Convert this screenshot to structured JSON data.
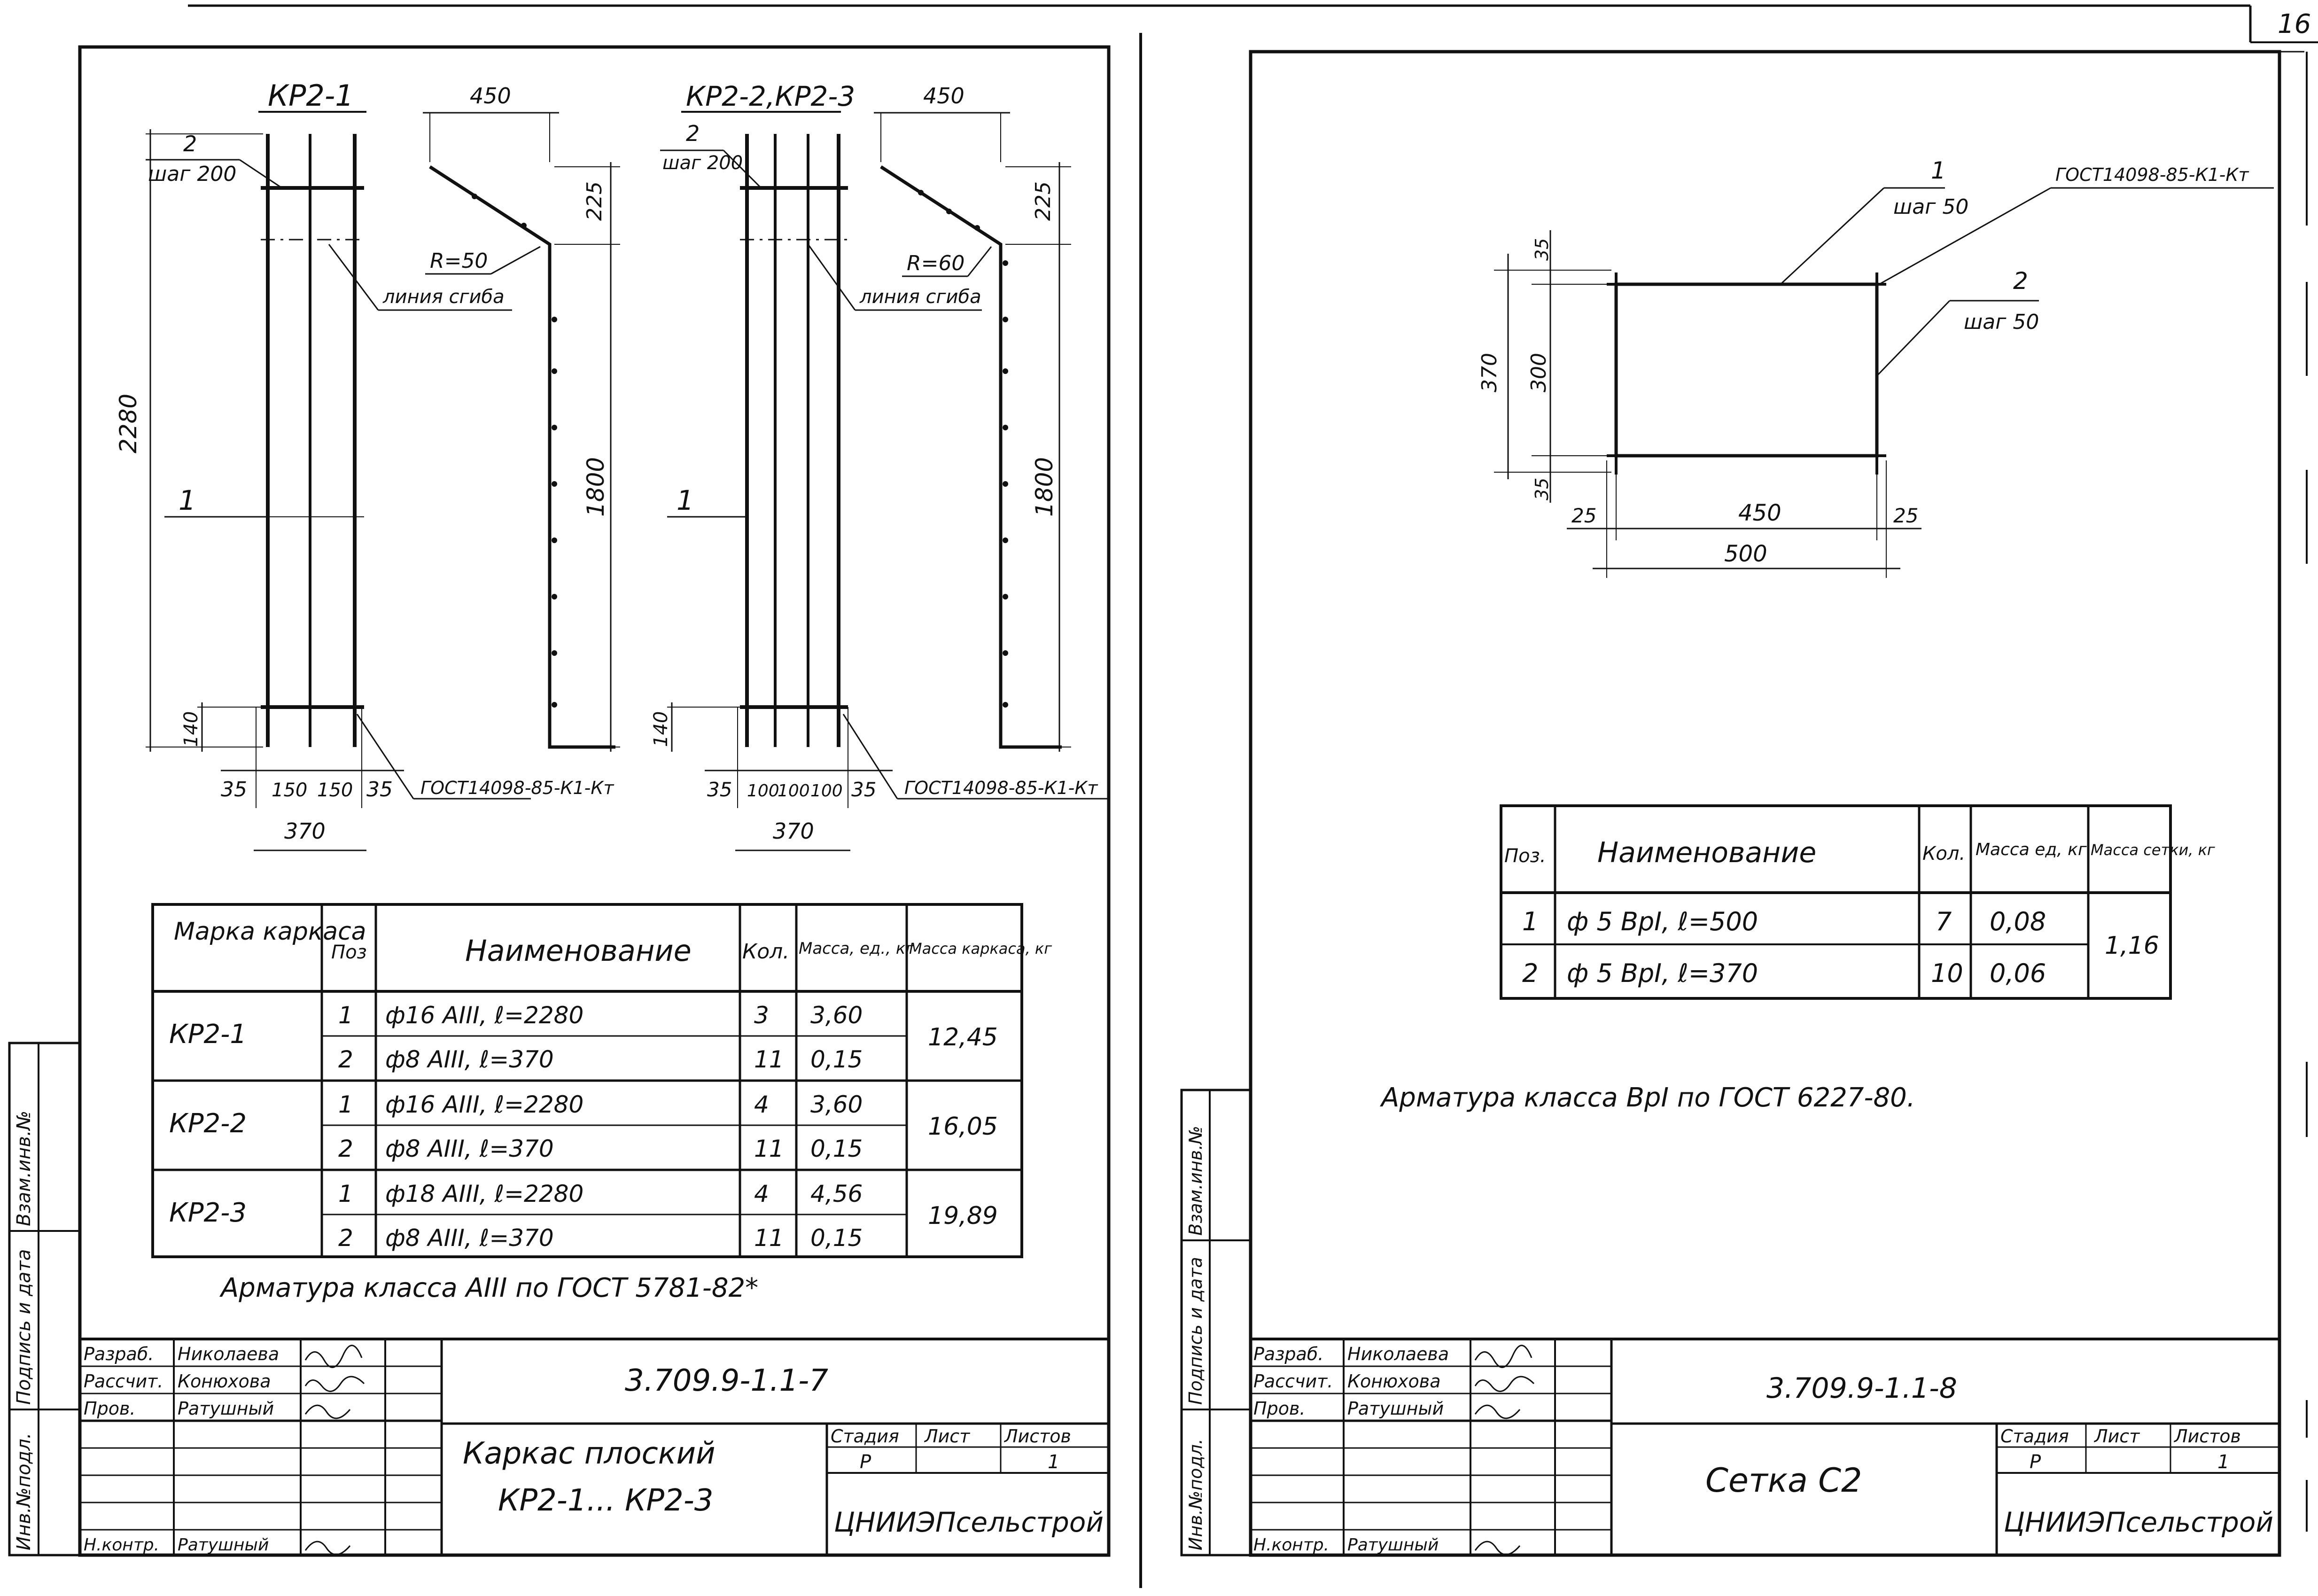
{
  "page_number": "16",
  "left_sheet": {
    "frame1": {
      "title": "КР2-1",
      "dim_width_top": "450",
      "pos2_label": "2",
      "pos2_step": "шаг 200",
      "radius": "R=50",
      "bend_line": "линия сгиба",
      "dim_225": "225",
      "dim_1800": "1800",
      "dim_2280": "2280",
      "pos1_label": "1",
      "dim_140": "140",
      "bottom_dims": [
        "35",
        "150",
        "150",
        "35"
      ],
      "dim_370": "370",
      "gost": "ГОСТ14098-85-К1-Кт"
    },
    "frame2": {
      "title": "КР2-2,КР2-3",
      "dim_width_top": "450",
      "pos2_label": "2",
      "pos2_step": "шаг 200",
      "radius": "R=60",
      "bend_line": "линия сгиба",
      "dim_225": "225",
      "dim_1800": "1800",
      "pos1_label": "1",
      "dim_140": "140",
      "bottom_dims": [
        "35",
        "100",
        "100",
        "100",
        "35"
      ],
      "dim_370": "370",
      "gost": "ГОСТ14098-85-К1-Кт"
    },
    "table": {
      "headers": [
        "Марка каркаса",
        "Поз",
        "Наименование",
        "Кол.",
        "Масса, ед., кг",
        "Масса каркаса, кг"
      ],
      "groups": [
        {
          "mark": "КР2-1",
          "total": "12,45",
          "rows": [
            {
              "pos": "1",
              "name": "ф16 АIII, ℓ=2280",
              "qty": "3",
              "mass": "3,60"
            },
            {
              "pos": "2",
              "name": "ф8 АIII, ℓ=370",
              "qty": "11",
              "mass": "0,15"
            }
          ]
        },
        {
          "mark": "КР2-2",
          "total": "16,05",
          "rows": [
            {
              "pos": "1",
              "name": "ф16 АIII, ℓ=2280",
              "qty": "4",
              "mass": "3,60"
            },
            {
              "pos": "2",
              "name": "ф8 АIII, ℓ=370",
              "qty": "11",
              "mass": "0,15"
            }
          ]
        },
        {
          "mark": "КР2-3",
          "total": "19,89",
          "rows": [
            {
              "pos": "1",
              "name": "ф18 АIII, ℓ=2280",
              "qty": "4",
              "mass": "4,56"
            },
            {
              "pos": "2",
              "name": "ф8 АIII, ℓ=370",
              "qty": "11",
              "mass": "0,15"
            }
          ]
        }
      ]
    },
    "note": "Арматура класса АIII по ГОСТ 5781-82*",
    "side_labels": [
      "Инв.№подл.",
      "Подпись и дата",
      "Взам.инв.№"
    ],
    "title_block": {
      "roles": [
        "Разраб.",
        "Рассчит.",
        "Пров.",
        "",
        "",
        "",
        "Н.контр."
      ],
      "names": [
        "Николаева",
        "Конюхова",
        "Ратушный",
        "",
        "",
        "",
        "Ратушный"
      ],
      "code": "3.709.9-1.1-7",
      "title_line1": "Каркас плоский",
      "title_line2": "КР2-1... КР2-3",
      "stage_header": "Стадия",
      "sheet_header": "Лист",
      "sheets_header": "Листов",
      "stage": "Р",
      "sheets": "1",
      "org": "ЦНИИЭПсельстрой"
    }
  },
  "right_sheet": {
    "mesh": {
      "pos1_label": "1",
      "pos1_step": "шаг 50",
      "gost": "ГОСТ14098-85-К1-Кт",
      "pos2_label": "2",
      "pos2_step": "шаг 50",
      "dim_35_top": "35",
      "dim_370": "370",
      "dim_300": "300",
      "dim_35_bottom": "35",
      "dim_25_left": "25",
      "dim_450": "450",
      "dim_25_right": "25",
      "dim_500": "500"
    },
    "table": {
      "headers": [
        "Поз.",
        "Наименование",
        "Кол.",
        "Масса ед, кг",
        "Масса сетки, кг"
      ],
      "rows": [
        {
          "pos": "1",
          "name": "ф 5 ВрI, ℓ=500",
          "qty": "7",
          "mass": "0,08"
        },
        {
          "pos": "2",
          "name": "ф 5 ВрI, ℓ=370",
          "qty": "10",
          "mass": "0,06"
        }
      ],
      "total": "1,16"
    },
    "note": "Арматура класса ВрI по ГОСТ 6227-80.",
    "side_labels": [
      "Инв.№подл.",
      "Подпись и дата",
      "Взам.инв.№"
    ],
    "title_block": {
      "roles": [
        "Разраб.",
        "Рассчит.",
        "Пров.",
        "",
        "",
        "",
        "Н.контр."
      ],
      "names": [
        "Николаева",
        "Конюхова",
        "Ратушный",
        "",
        "",
        "",
        "Ратушный"
      ],
      "code": "3.709.9-1.1-8",
      "title_line1": "Сетка С2",
      "stage_header": "Стадия",
      "sheet_header": "Лист",
      "sheets_header": "Листов",
      "stage": "Р",
      "sheets": "1",
      "org": "ЦНИИЭПсельстрой"
    }
  }
}
